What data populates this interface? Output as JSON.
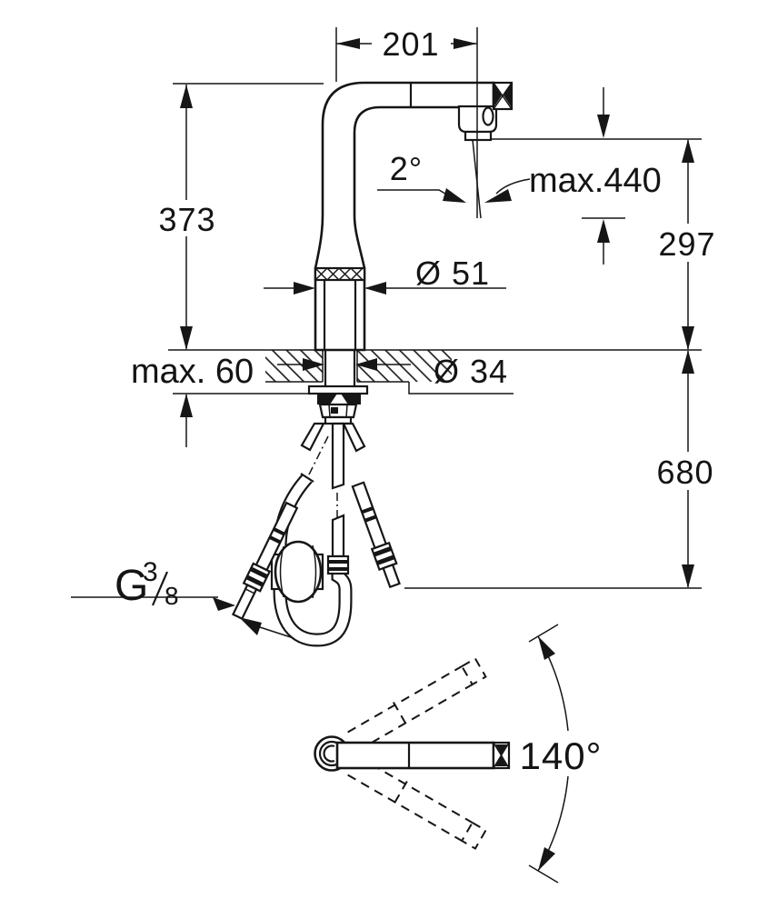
{
  "meta": {
    "type": "technical-dimension-drawing",
    "subject": "Kitchen faucet with pull-out spray: side elevation with installation dimensions and plan view of swivel range",
    "units": "mm",
    "ink_color": "#161616",
    "background_color": "#ffffff"
  },
  "labels": {
    "reach": "201",
    "height": "373",
    "angle": "2°",
    "pullout": "max.440",
    "outlet_height": "297",
    "body_dia": "Ø 51",
    "deck_max": "max. 60",
    "hole_dia": "Ø 34",
    "hose_len": "680",
    "thread_g": "G",
    "thread_num": "3",
    "thread_den": "8",
    "swivel": "140°"
  },
  "dimensions_mm": {
    "spout_reach": 201,
    "height_above_deck": 373,
    "stream_angle_deg": 2,
    "max_pullout": 440,
    "outlet_height_above_deck": 297,
    "body_diameter": 51,
    "max_deck_thickness": 60,
    "hole_diameter": 34,
    "hose_length_below_deck": 680,
    "supply_thread": "G 3/8",
    "swivel_range_deg": 140
  }
}
